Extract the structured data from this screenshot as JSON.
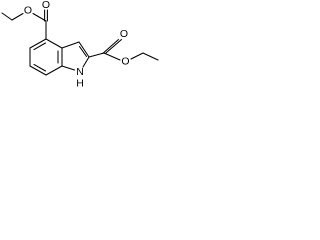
{
  "structure": {
    "atoms": {
      "ester1_carbonyl_o": "O",
      "ester1_ether_o": "O",
      "ester2_carbonyl_o": "O",
      "ester2_ether_o": "O",
      "indole_n": "N",
      "indole_nh_h": "H"
    },
    "colors": {
      "bond": "#000000",
      "label": "#000000",
      "background": "#ffffff"
    }
  }
}
